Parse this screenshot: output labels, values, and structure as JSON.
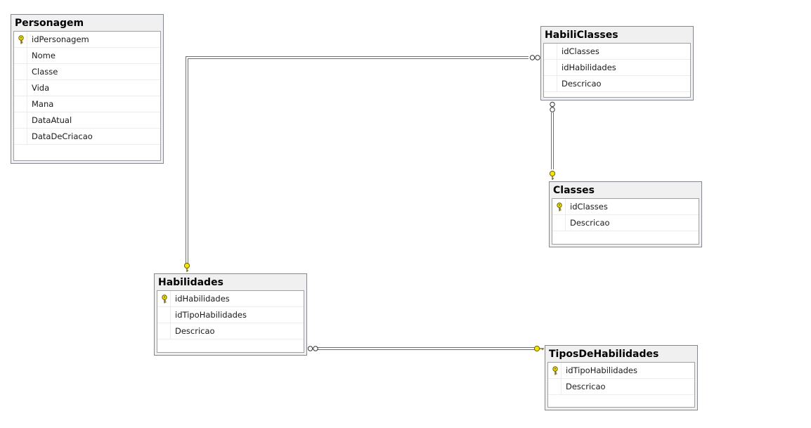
{
  "diagram": {
    "tables": [
      {
        "id": "personagem",
        "name": "Personagem",
        "columns": [
          {
            "name": "idPersonagem",
            "primary_key": true
          },
          {
            "name": "Nome",
            "primary_key": false
          },
          {
            "name": "Classe",
            "primary_key": false
          },
          {
            "name": "Vida",
            "primary_key": false
          },
          {
            "name": "Mana",
            "primary_key": false
          },
          {
            "name": "DataAtual",
            "primary_key": false
          },
          {
            "name": "DataDeCriacao",
            "primary_key": false
          }
        ]
      },
      {
        "id": "habiliclasses",
        "name": "HabiliClasses",
        "columns": [
          {
            "name": "idClasses",
            "primary_key": false
          },
          {
            "name": "idHabilidades",
            "primary_key": false
          },
          {
            "name": "Descricao",
            "primary_key": false
          }
        ]
      },
      {
        "id": "classes",
        "name": "Classes",
        "columns": [
          {
            "name": "idClasses",
            "primary_key": true
          },
          {
            "name": "Descricao",
            "primary_key": false
          }
        ]
      },
      {
        "id": "habilidades",
        "name": "Habilidades",
        "columns": [
          {
            "name": "idHabilidades",
            "primary_key": true
          },
          {
            "name": "idTipoHabilidades",
            "primary_key": false
          },
          {
            "name": "Descricao",
            "primary_key": false
          }
        ]
      },
      {
        "id": "tiposdehabilidades",
        "name": "TiposDeHabilidades",
        "columns": [
          {
            "name": "idTipoHabilidades",
            "primary_key": true
          },
          {
            "name": "Descricao",
            "primary_key": false
          }
        ]
      }
    ],
    "relationships": [
      {
        "from_table": "habiliclasses",
        "from_end": "many",
        "to_table": "habilidades",
        "to_end": "one"
      },
      {
        "from_table": "habiliclasses",
        "from_end": "many",
        "to_table": "classes",
        "to_end": "one"
      },
      {
        "from_table": "habilidades",
        "from_end": "many",
        "to_table": "tiposdehabilidades",
        "to_end": "one"
      }
    ],
    "colors": {
      "key_fill": "#f2e600",
      "key_stroke": "#6b5d00",
      "connector": "#6e6e6e",
      "table_frame": "#f0f0f0",
      "table_border": "#828790"
    },
    "icons": {
      "primary_key": "key-icon",
      "many_end": "infinity-icon",
      "one_end": "key-icon"
    }
  }
}
